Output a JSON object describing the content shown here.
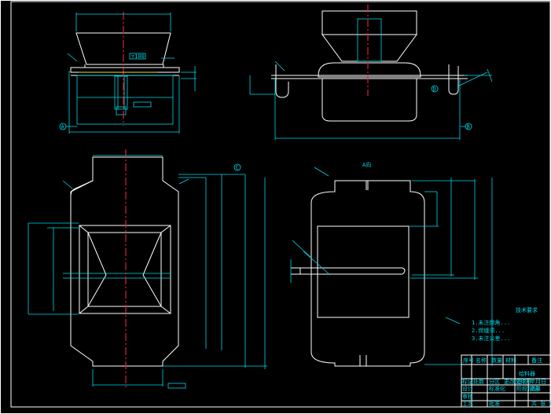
{
  "drawing": {
    "title": "",
    "background": "#000000",
    "colors": {
      "outline": "#ffffff",
      "dimension": "#00d8e8",
      "centerline": "#e0203a",
      "highlight": "#f0e020"
    },
    "callouts": {
      "section_a_left": "A",
      "section_b_right": "B",
      "view_c": "C",
      "view_d": "D",
      "top_right_label": "A向"
    },
    "technical_requirements": {
      "heading": "技术要求",
      "items": [
        "1.未注倒角...",
        "2.焊缝须...",
        "3.未注公差..."
      ]
    },
    "title_block": {
      "header_cells": [
        "序号",
        "名称",
        "数量",
        "材料",
        "备注"
      ],
      "drawing_name": "给料器",
      "rows": [
        [
          "标记",
          "处数",
          "分区",
          "更改文件号",
          "签名",
          "年月日"
        ],
        [
          "设计",
          "",
          "标准化",
          "",
          "阶段标记",
          "重量"
        ],
        [
          "审核",
          "",
          "",
          "",
          "",
          ""
        ],
        [
          "工艺",
          "",
          "批准",
          "",
          "",
          ""
        ]
      ],
      "sheet": "共 张 第 张"
    }
  }
}
